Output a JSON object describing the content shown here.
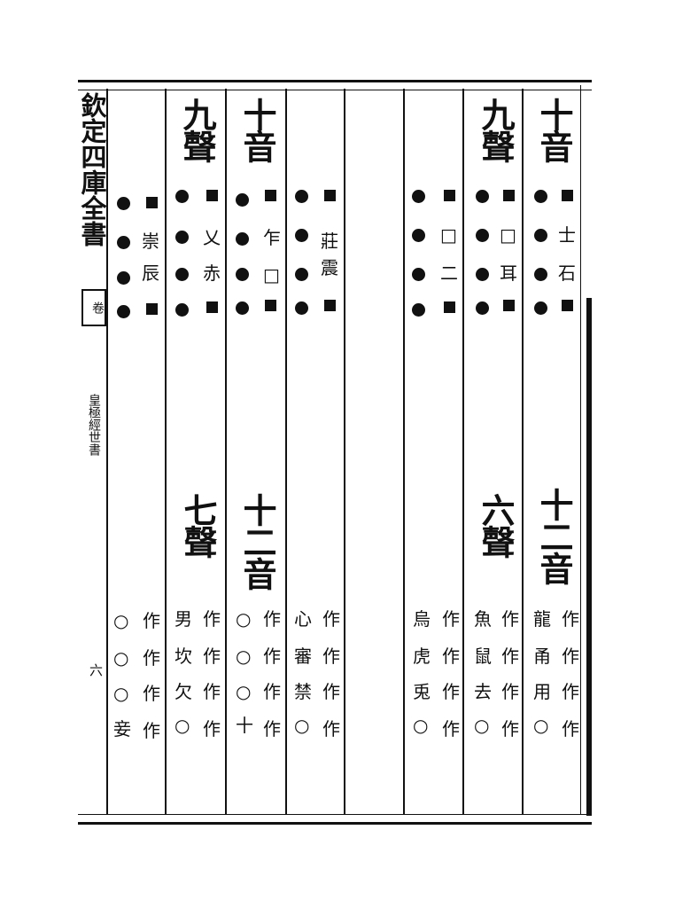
{
  "margin": {
    "title": "欽定四庫全書",
    "juan": "卷",
    "book_title": "皇極經世書",
    "page_number": "六"
  },
  "columns": [
    {
      "heading_top": "十音",
      "heading_top_sub": "",
      "top_chars": [
        "",
        "士",
        "石",
        ""
      ],
      "heading_bottom": "十二音",
      "bottom_lines": [
        "龍甬用",
        "作作作",
        "作作作"
      ],
      "bottom_last": "○"
    },
    {
      "heading_top": "九聲",
      "top_chars": [
        "",
        "□",
        "耳",
        ""
      ],
      "heading_bottom": "六聲",
      "bottom_lines": [
        "魚鼠去"
      ],
      "bottom_last": "○"
    },
    {
      "heading_top": "",
      "top_chars": [
        "",
        "□",
        "二",
        ""
      ],
      "heading_bottom": "",
      "bottom_lines": [
        "烏虎兎"
      ],
      "bottom_last": "○"
    },
    {
      "heading_top": "",
      "top_chars": [
        "",
        "莊",
        "震",
        ""
      ],
      "heading_bottom": "",
      "bottom_lines": [
        "心審禁"
      ],
      "bottom_last": "○"
    },
    {
      "heading_top": "十音",
      "top_chars": [
        "",
        "乍",
        "□",
        ""
      ],
      "heading_bottom": "十二音",
      "bottom_lines": [
        "○○○"
      ],
      "bottom_last": "十"
    },
    {
      "heading_top": "九聲",
      "top_chars": [
        "",
        "乂",
        "赤",
        ""
      ],
      "heading_bottom": "七聲",
      "bottom_lines": [
        "男坎欠"
      ],
      "bottom_last": "○"
    },
    {
      "heading_top": "",
      "top_chars": [
        "",
        "崇",
        "辰",
        ""
      ],
      "heading_bottom": "",
      "bottom_lines": [
        "○○○"
      ],
      "bottom_last": "妾"
    }
  ],
  "col_labels": {
    "c1": {
      "top": "十音",
      "bottom": "十二音",
      "t2": "士",
      "t3": "石",
      "b1": "龍",
      "b2": "甬",
      "b3": "用",
      "b4": "○"
    },
    "c2": {
      "top": "九聲",
      "bottom": "六聲",
      "t2": "□",
      "t3": "耳",
      "b1": "魚",
      "b2": "鼠",
      "b3": "去",
      "b4": "○"
    },
    "c3": {
      "t2": "□",
      "t3": "二",
      "b1": "烏",
      "b2": "虎",
      "b3": "兎",
      "b4": "○"
    },
    "c4": {
      "t2": "莊",
      "t3": "震",
      "b1": "心",
      "b2": "審",
      "b3": "禁",
      "b4": "○"
    },
    "c5": {
      "top": "十音",
      "bottom": "十二音",
      "t2": "乍",
      "t3": "□",
      "b1": "○",
      "b2": "○",
      "b3": "○",
      "b4": "十"
    },
    "c6": {
      "top": "九聲",
      "bottom": "七聲",
      "t2": "乂",
      "t3": "赤",
      "b1": "男",
      "b2": "坎",
      "b3": "欠",
      "b4": "○"
    },
    "c7": {
      "t2": "崇",
      "t3": "辰",
      "b1": "○",
      "b2": "○",
      "b3": "○",
      "b4": "妾"
    }
  },
  "zuo": "作"
}
